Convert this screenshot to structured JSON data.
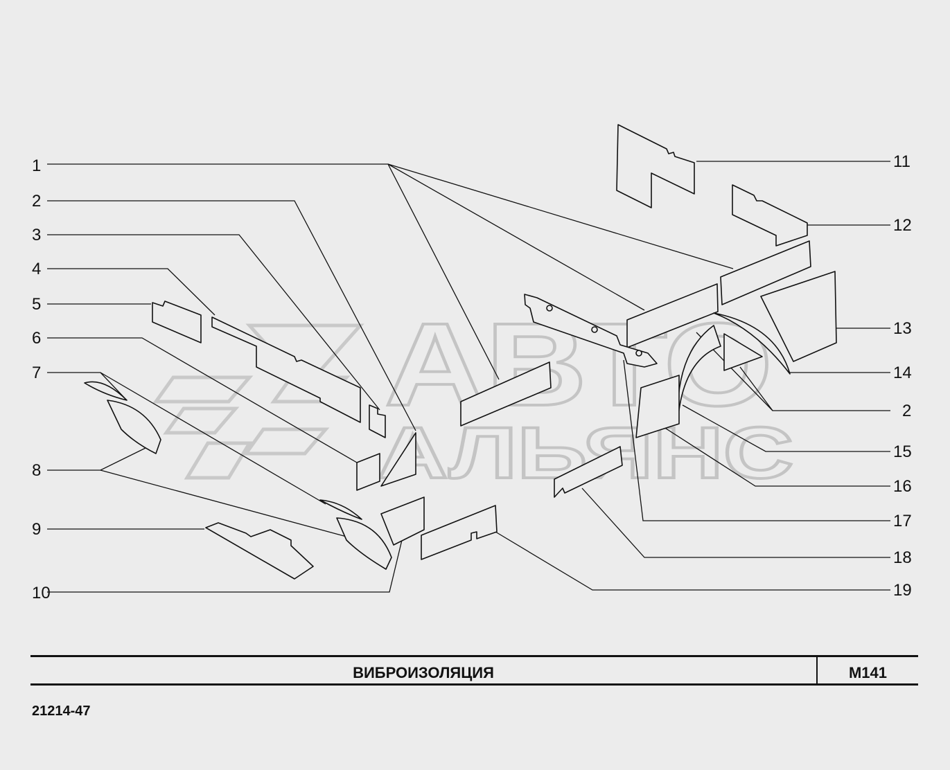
{
  "title": "ВИБРОИЗОЛЯЦИЯ",
  "code": "M141",
  "model": "21214-47",
  "watermark": {
    "line1": "АВТО",
    "line2": "АЛЬЯНС"
  },
  "callouts": {
    "c1": "1",
    "c2": "2",
    "c3": "3",
    "c4": "4",
    "c5": "5",
    "c6": "6",
    "c7": "7",
    "c8": "8",
    "c9": "9",
    "c10": "10",
    "c11": "11",
    "c12": "12",
    "c13": "13",
    "c14": "14",
    "c2b": "2",
    "c15": "15",
    "c16": "16",
    "c17": "17",
    "c18": "18",
    "c19": "19"
  },
  "colors": {
    "background": "#ececec",
    "line": "#111111",
    "watermark": "#c9c9c9"
  }
}
